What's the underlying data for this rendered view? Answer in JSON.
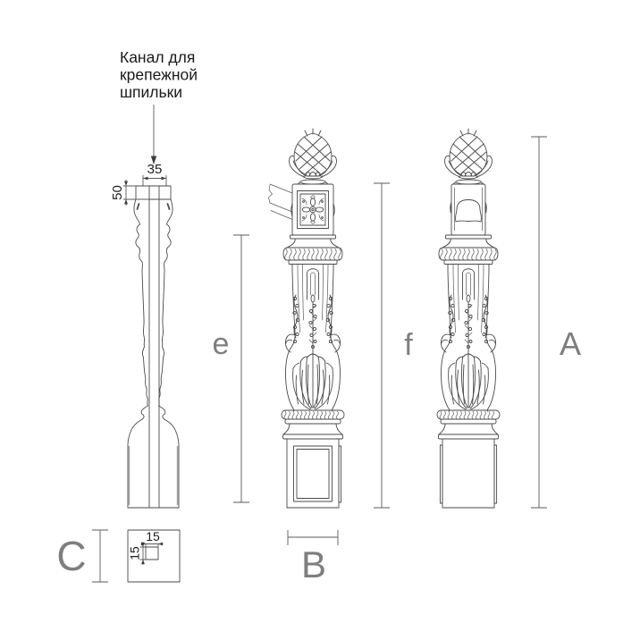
{
  "annotation": {
    "lines": [
      "Канал для",
      "крепежной",
      "шпильки"
    ]
  },
  "dimensions": {
    "pin_channel_width": "35",
    "pin_channel_depth": "50",
    "channel_section_width": "15",
    "channel_section_height": "15"
  },
  "labels": {
    "height_e": "e",
    "height_f": "f",
    "height_a": "A",
    "width_b": "B",
    "height_c": "C"
  },
  "colors": {
    "line": "#4a4a4a",
    "dimension_line": "#5a5a5a",
    "label": "#7e7e7e",
    "text": "#1a1a1a",
    "background": "#ffffff"
  }
}
